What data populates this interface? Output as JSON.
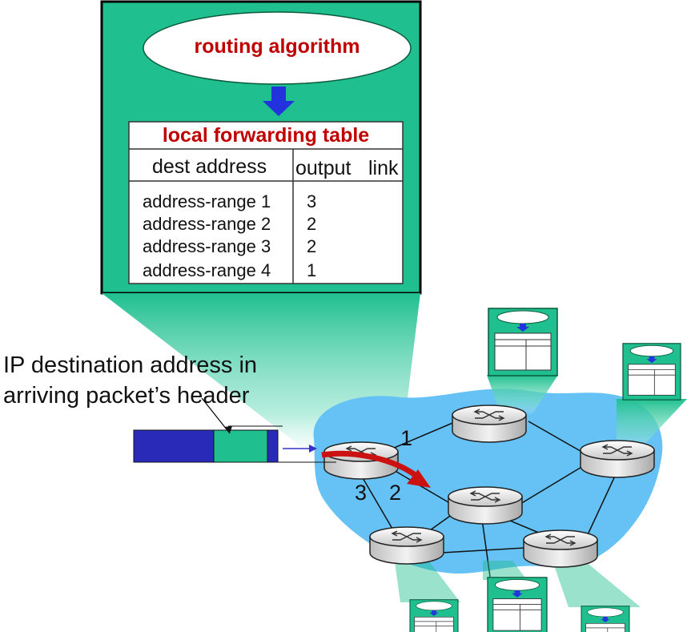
{
  "routing_box": {
    "algorithm_label": "routing algorithm"
  },
  "forwarding_table": {
    "title": "local forwarding table",
    "col_dest": "dest address",
    "col_output": "output",
    "col_link": "link",
    "rows": [
      {
        "range": "address-range 1",
        "link": "3"
      },
      {
        "range": "address-range 2",
        "link": "2"
      },
      {
        "range": "address-range 3",
        "link": "2"
      },
      {
        "range": "address-range 4",
        "link": "1"
      }
    ]
  },
  "packet": {
    "caption_line1": "IP destination address in",
    "caption_line2": "arriving packet’s header"
  },
  "router_ports": {
    "port1": "1",
    "port2": "2",
    "port3": "3"
  },
  "colors": {
    "teal": "#1fbf8f",
    "network_blue": "#66c2f5",
    "arrow_red": "#cc1111",
    "packet_blue": "#2a2ab8",
    "title_red": "#c00000",
    "down_arrow_blue": "#2233dd"
  }
}
